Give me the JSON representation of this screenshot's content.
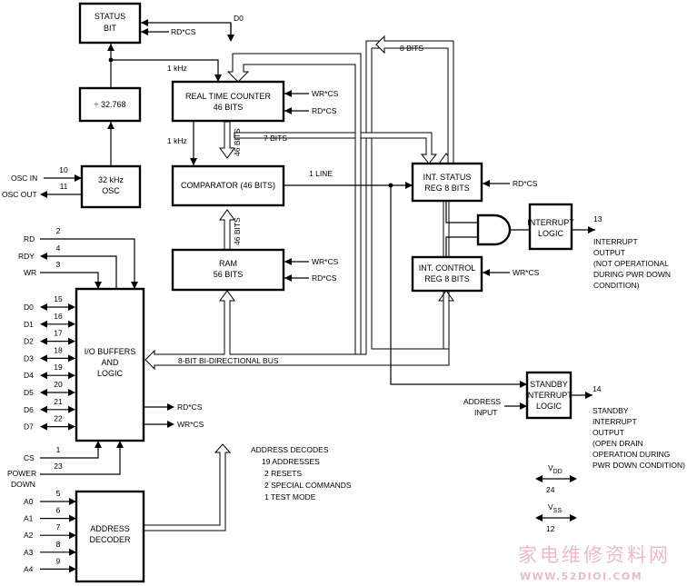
{
  "blocks": {
    "status_bit": [
      "STATUS",
      "BIT"
    ],
    "divider": "÷ 32.768",
    "osc": [
      "32 kHz",
      "OSC"
    ],
    "rtc": [
      "REAL TIME COUNTER",
      "46 BITS"
    ],
    "comparator": "COMPARATOR (46 BITS)",
    "ram": [
      "RAM",
      "56 BITS"
    ],
    "io": [
      "I/O BUFFERS",
      "AND",
      "LOGIC"
    ],
    "addr_decoder": [
      "ADDRESS",
      "DECODER"
    ],
    "int_status": [
      "INT. STATUS",
      "REG 8 BITS"
    ],
    "int_control": [
      "INT. CONTROL",
      "REG 8 BITS"
    ],
    "int_logic": [
      "INTERRUPT",
      "LOGIC"
    ],
    "standby": [
      "STANDBY",
      "INTERRUPT",
      "LOGIC"
    ]
  },
  "signals": {
    "rdcs": "RD*CS",
    "wrcs": "WR*CS",
    "d0": "D0",
    "khz": "1 kHz",
    "bits8": "8 BITS",
    "bits7": "7 BITS",
    "bits46": "46 BITS",
    "one_line": "1 LINE",
    "bus": "8-BIT BI-DIRECTIONAL BUS",
    "address_input": [
      "ADDRESS",
      "INPUT"
    ]
  },
  "pins": {
    "osc_in": "OSC IN",
    "osc_in_num": "10",
    "osc_out": "OSC OUT",
    "osc_out_num": "11",
    "rd": "RD",
    "rd_num": "2",
    "rdy": "RDY",
    "rdy_num": "4",
    "wr": "WR",
    "wr_num": "3",
    "data": [
      {
        "name": "D0",
        "num": "15"
      },
      {
        "name": "D1",
        "num": "16"
      },
      {
        "name": "D2",
        "num": "17"
      },
      {
        "name": "D3",
        "num": "18"
      },
      {
        "name": "D4",
        "num": "19"
      },
      {
        "name": "D5",
        "num": "20"
      },
      {
        "name": "D6",
        "num": "21"
      },
      {
        "name": "D7",
        "num": "22"
      }
    ],
    "cs": "CS",
    "cs_num": "1",
    "pd": [
      "POWER",
      "DOWN"
    ],
    "pd_num": "23",
    "addr": [
      {
        "name": "A0",
        "num": "5"
      },
      {
        "name": "A1",
        "num": "6"
      },
      {
        "name": "A2",
        "num": "7"
      },
      {
        "name": "A3",
        "num": "8"
      },
      {
        "name": "A4",
        "num": "9"
      }
    ],
    "int_num": "13",
    "int_out": [
      "INTERRUPT",
      "OUTPUT",
      "(NOT OPERATIONAL",
      "DURING PWR DOWN",
      "CONDITION)"
    ],
    "stby_num": "14",
    "stby_out": [
      "STANDBY",
      "INTERRUPT",
      "OUTPUT",
      "(OPEN DRAIN",
      "OPERATION DURING",
      "PWR DOWN CONDITION)"
    ],
    "vdd": "V",
    "vdd_sub": "DD",
    "vdd_num": "24",
    "vss": "V",
    "vss_sub": "SS",
    "vss_num": "12"
  },
  "decodes": [
    "ADDRESS DECODES",
    "19 ADDRESSES",
    "2 RESETS",
    "2 SPECIAL COMMANDS",
    "1 TEST MODE"
  ],
  "watermark": {
    "text": "家电维修资料网",
    "url": "WWW.52DIOI.COM"
  }
}
